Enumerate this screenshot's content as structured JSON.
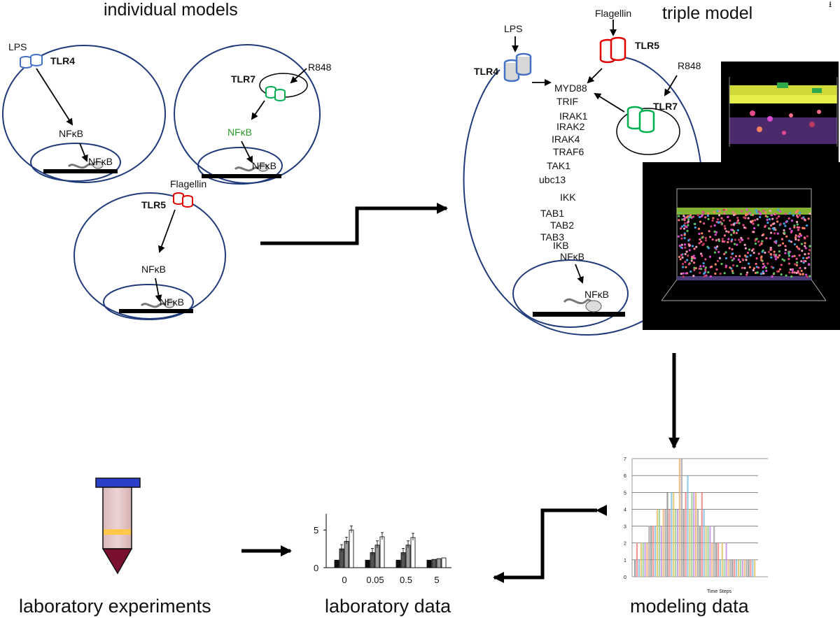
{
  "titles": {
    "individual": "individual models",
    "triple": "triple model",
    "lab_experiments": "laboratory experiments",
    "lab_data": "laboratory data",
    "modeling_data": "modeling data"
  },
  "labels": {
    "lps": "LPS",
    "tlr4": "TLR4",
    "tlr5": "TLR5",
    "tlr7": "TLR7",
    "r848": "R848",
    "flagellin": "Flagellin",
    "nfkb": "NFκB"
  },
  "pathway": [
    "MYD88",
    "TRIF",
    "IRAK1",
    "IRAK2",
    "IRAK4",
    "TRAF6",
    "TAK1",
    "ubc13",
    "IKK",
    "TAB1",
    "TAB2",
    "TAB3",
    "IKB",
    "NFκB"
  ],
  "colors": {
    "tlr4": "#4472c4",
    "tlr5": "#e00000",
    "tlr7": "#00b050",
    "cell_outline": "#1f3a7a",
    "nfkb_green": "#2a9a2a"
  },
  "modeling_chart": {
    "xlabel": "Time Steps",
    "yticks": [
      "0",
      "1",
      "2",
      "3",
      "4",
      "5",
      "6",
      "7"
    ]
  },
  "chart_data": {
    "type": "bar",
    "title": "",
    "xlabel": "",
    "ylabel": "",
    "categories": [
      "0",
      "0.05",
      "0.5",
      "5"
    ],
    "yticks": [
      "0",
      "5"
    ],
    "ylim": [
      0,
      6.5
    ],
    "series": [
      {
        "values": [
          1.0,
          1.0,
          1.0,
          1.0
        ]
      },
      {
        "values": [
          2.5,
          2.0,
          2.0,
          1.1
        ]
      },
      {
        "values": [
          3.5,
          3.0,
          3.0,
          1.2
        ]
      },
      {
        "values": [
          5.0,
          4.1,
          4.0,
          1.3
        ]
      }
    ]
  }
}
